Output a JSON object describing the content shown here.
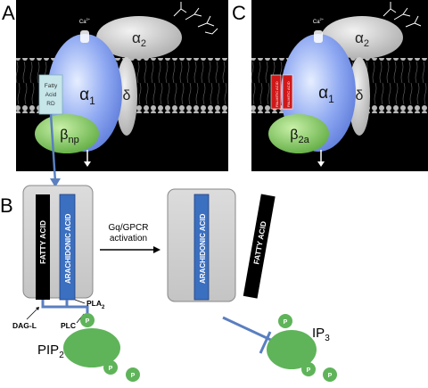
{
  "panel_labels": {
    "a": "A",
    "b": "B",
    "c": "C"
  },
  "panel_a": {
    "ion": "Ca",
    "ion_charge": "2+",
    "alpha2": "α",
    "alpha2_sub": "2",
    "delta": "δ",
    "alpha1": "α",
    "alpha1_sub": "1",
    "beta": "β",
    "beta_sub": "np",
    "rd_line1": "Fatty",
    "rd_line2": "Acid",
    "rd_line3": "RD"
  },
  "panel_c": {
    "ion": "Ca",
    "ion_charge": "2+",
    "alpha2": "α",
    "alpha2_sub": "2",
    "delta": "δ",
    "alpha1": "α",
    "alpha1_sub": "1",
    "beta": "β",
    "beta_sub": "2a",
    "palmitic_1": "PALMITIC ACID",
    "palmitic_2": "PALMITIC ACID"
  },
  "panel_b": {
    "fatty_acid": "FATTY ACID",
    "arachidonic_acid": "ARACHIDONIC ACID",
    "pla2": "PLA",
    "pla2_sub": "2",
    "dag_l": "DAG-L",
    "plc": "PLC",
    "pip2": "PIP",
    "pip2_sub": "2",
    "phosphate": "P",
    "arrow_line1": "Gq/GPCR",
    "arrow_line2": "activation",
    "right_arachidonic": "ARACHIDONIC ACID",
    "right_fatty_acid": "FATTY ACID",
    "ip3": "IP",
    "ip3_sub": "3"
  },
  "colors": {
    "membrane_bg": "#000000",
    "alpha1_blue": "#8aa8f0",
    "beta_green": "#7cc45a",
    "gray_subunit": "#d0d0d0",
    "rd_box": "#bfe3e8",
    "palmitic_red": "#d01818",
    "arachidonic_blue": "#3b6fc0",
    "pip_green": "#5fb45a",
    "connector_blue": "#5a7fc0"
  }
}
